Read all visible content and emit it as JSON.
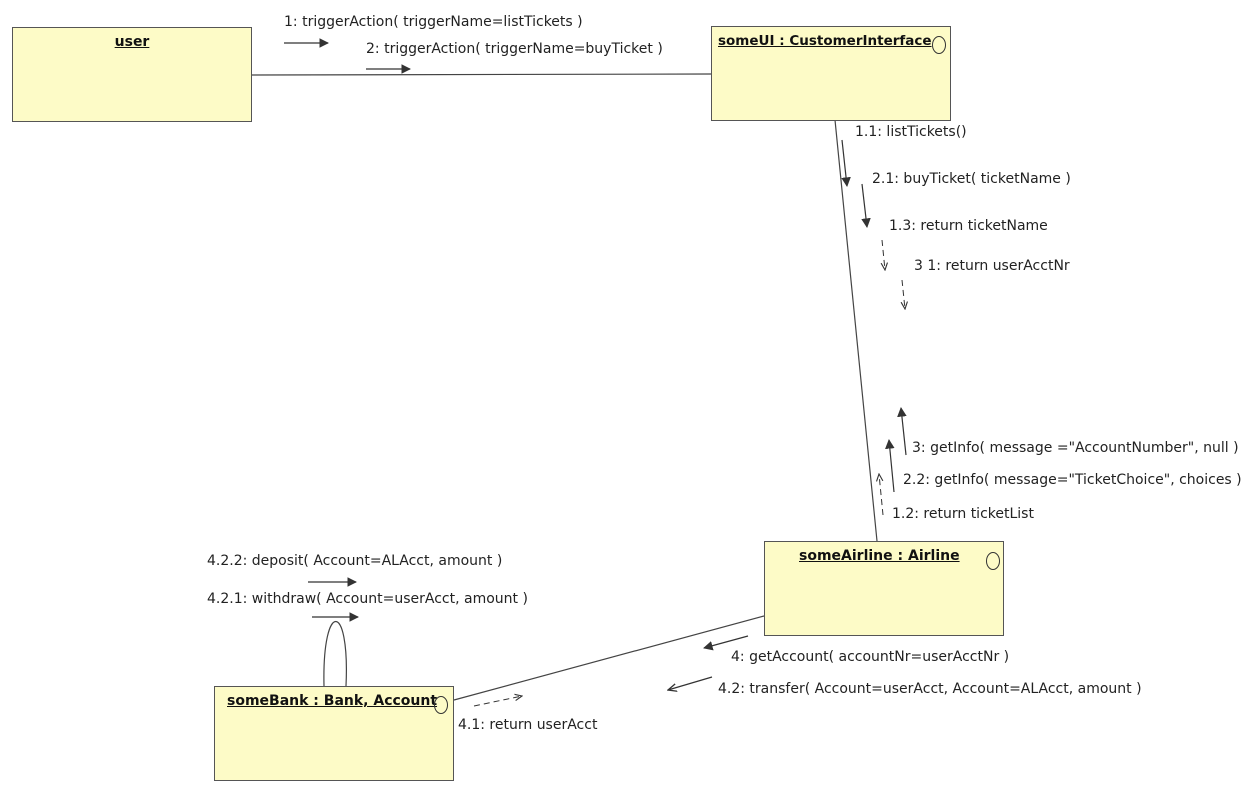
{
  "objects": {
    "user": "user",
    "someUI": "someUI : CustomerInterface",
    "someAirline": "someAirline : Airline",
    "someBank": "someBank : Bank, Account"
  },
  "messages": {
    "m1": "1:  triggerAction( triggerName=listTickets )",
    "m2": "2:  triggerAction( triggerName=buyTicket )",
    "m1_1": "1.1:  listTickets()",
    "m2_1": "2.1:  buyTicket( ticketName )",
    "m1_3": "1.3:  return ticketName",
    "m3_1": "3 1:  return userAcctNr",
    "m3": "3:  getInfo( message =\"AccountNumber\", null )",
    "m2_2": "2.2:  getInfo( message=\"TicketChoice\", choices )",
    "m1_2": "1.2:  return ticketList",
    "m4_2_2": "4.2.2:  deposit( Account=ALAcct, amount )",
    "m4_2_1": "4.2.1:  withdraw( Account=userAcct, amount )",
    "m4": "4:  getAccount( accountNr=userAcctNr )",
    "m4_2": "4.2:  transfer( Account=userAcct, Account=ALAcct, amount )",
    "m4_1": "4.1:  return userAcct"
  }
}
